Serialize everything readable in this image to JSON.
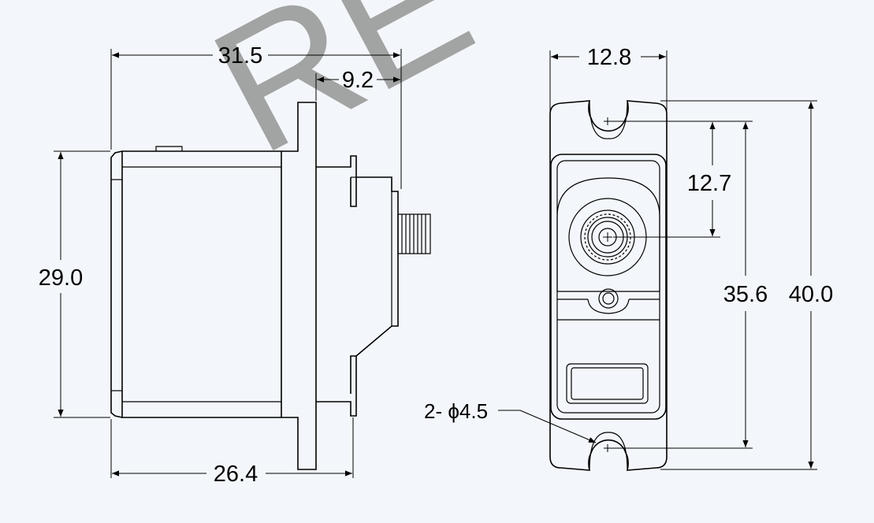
{
  "watermark": "RE",
  "dimensions": {
    "side_overall_length": "31.5",
    "horn_offset": "9.2",
    "body_height": "29.0",
    "body_length": "26.4",
    "front_width": "12.8",
    "shaft_offset": "12.7",
    "mount_hole_spacing": "35.6",
    "overall_height": "40.0",
    "mount_hole_callout": "2- ϕ4.5"
  },
  "colors": {
    "background": "#f3f7fb",
    "line": "#000000",
    "watermark": "#9a9a9a"
  }
}
